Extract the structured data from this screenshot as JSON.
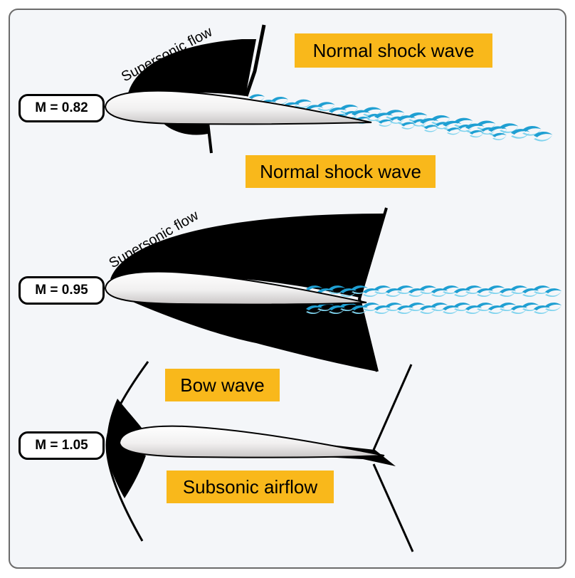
{
  "panels": [
    {
      "mach": "M = 0.82",
      "supersonic_label": "Supersonic flow",
      "shock_label": "Normal shock wave"
    },
    {
      "mach": "M = 0.95",
      "supersonic_label": "Supersonic flow",
      "shock_label": "Normal shock wave"
    },
    {
      "mach": "M = 1.05",
      "bow_label": "Bow wave",
      "subsonic_label": "Subsonic airflow"
    }
  ],
  "colors": {
    "label_fill": "#f9b81b",
    "shock_region": "#000000",
    "turbulence": "#2aa6d6",
    "airfoil_fill": "#f3f2f2",
    "frame_fill": "#f4f6f9"
  }
}
